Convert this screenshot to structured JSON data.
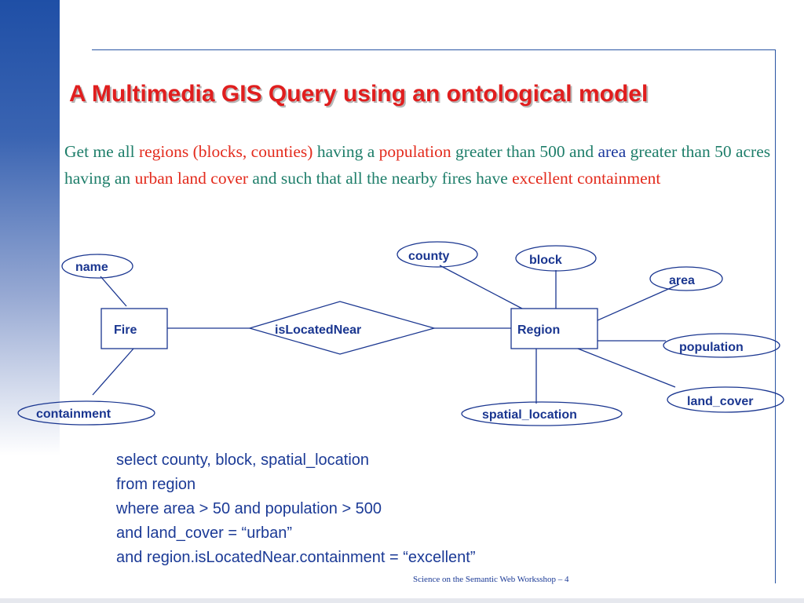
{
  "slide": {
    "title": "A Multimedia GIS Query using an ontological model",
    "question": [
      {
        "text": "Get me all ",
        "style": "normal"
      },
      {
        "text": "regions (blocks, counties)",
        "style": "hl"
      },
      {
        "text": " having a ",
        "style": "normal"
      },
      {
        "text": "population",
        "style": "hl"
      },
      {
        "text": " greater than 500 and ",
        "style": "normal"
      },
      {
        "text": "area",
        "style": "hl-blue"
      },
      {
        "text": " greater than 50 acres having an ",
        "style": "normal"
      },
      {
        "text": "urban land cover",
        "style": "hl"
      },
      {
        "text": " and such that all the nearby fires have ",
        "style": "normal"
      },
      {
        "text": "excellent containment",
        "style": "hl"
      }
    ],
    "diagram": {
      "entities": {
        "fire": "Fire",
        "region": "Region"
      },
      "relationship": "isLocatedNear",
      "attributes": {
        "name": "name",
        "containment": "containment",
        "county": "county",
        "block": "block",
        "area": "area",
        "population": "population",
        "land_cover": "land_cover",
        "spatial_location": "spatial_location"
      }
    },
    "query_lines": [
      "select county, block, spatial_location",
      "from region",
      "where area > 50 and population > 500",
      "and land_cover = “urban”",
      "and region.isLocatedNear.containment = “excellent”"
    ],
    "footer": "Science on the Semantic Web Worksshop – 4",
    "colors": {
      "title": "#e01e1e",
      "question_text": "#1e7e6a",
      "highlight": "#e32b1d",
      "diagram": "#1a3690",
      "frame": "#2a55a3"
    }
  }
}
